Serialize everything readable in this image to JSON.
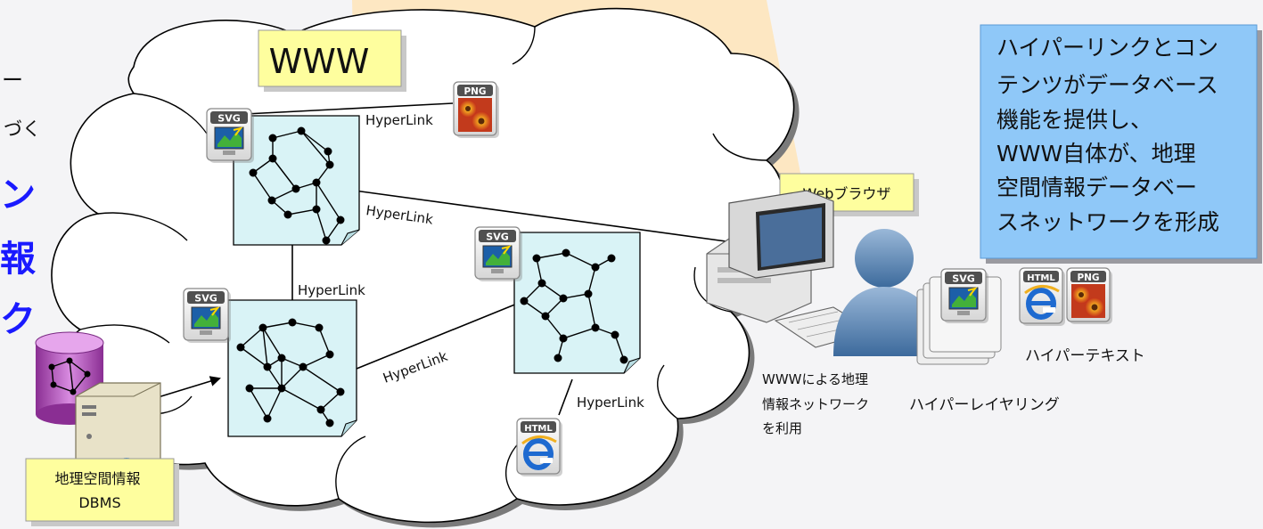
{
  "network": {
    "title": "WWW",
    "link_label": "HyperLink",
    "doc_badges": {
      "svg": "SVG",
      "png": "PNG",
      "html": "HTML"
    }
  },
  "browser": {
    "label": "Webブラウザ",
    "caption_lines": [
      "WWWによる地理",
      "情報ネットワーク",
      "を利用"
    ]
  },
  "callout": {
    "lines": [
      "ハイパーリンクとコン",
      "テンツがデータベース",
      "機能を提供し、",
      "WWW自体が、地理",
      "空間情報データベー",
      "スネットワークを形成"
    ]
  },
  "layers": {
    "hypertext_label": "ハイパーテキスト",
    "layering_label": "ハイパーレイヤリング"
  },
  "dbms": {
    "lines": [
      "地理空間情報",
      "DBMS"
    ]
  },
  "left_partial": {
    "dash": "ー",
    "sub": "づく",
    "big": [
      "ン",
      "報",
      "ク"
    ]
  },
  "colors": {
    "cloud_fill": "#ffffff",
    "speech_fill": "#fde7c2",
    "map_fill": "#d9f3f6",
    "yellow_box": "#fefe9e",
    "blue_box": "#8fc8f8",
    "heading_blue": "#1a1aff",
    "db_purple": "#c060c8"
  }
}
